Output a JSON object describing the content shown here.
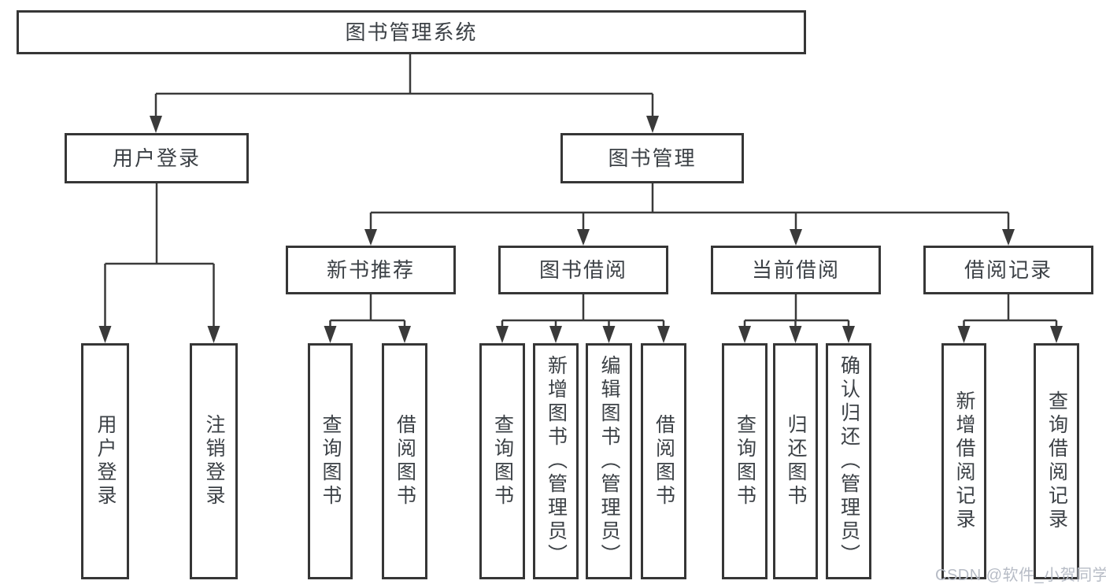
{
  "diagram": {
    "root": {
      "label": "图书管理系统"
    },
    "level2": [
      {
        "label": "用户登录"
      },
      {
        "label": "图书管理"
      }
    ],
    "level3": [
      {
        "label": "新书推荐"
      },
      {
        "label": "图书借阅"
      },
      {
        "label": "当前借阅"
      },
      {
        "label": "借阅记录"
      }
    ],
    "leaves": {
      "user_login": [
        {
          "label": "用户登录"
        },
        {
          "label": "注销登录"
        }
      ],
      "new_book_recommend": [
        {
          "label": "查询图书"
        },
        {
          "label": "借阅图书"
        }
      ],
      "book_borrowing": [
        {
          "label": "查询图书"
        },
        {
          "label": "新增图书（管理员）"
        },
        {
          "label": "编辑图书（管理员）"
        },
        {
          "label": "借阅图书"
        }
      ],
      "current_borrowing": [
        {
          "label": "查询图书"
        },
        {
          "label": "归还图书"
        },
        {
          "label": "确认归还（管理员）"
        }
      ],
      "borrowing_records": [
        {
          "label": "新增借阅记录"
        },
        {
          "label": "查询借阅记录"
        }
      ]
    },
    "watermark": "CSDN @软件_小贺同学",
    "colors": {
      "line": "#3a3a3a",
      "border": "#363636",
      "text": "#3c4146",
      "watermark": "#b7bcc6",
      "background": "#ffffff"
    }
  }
}
